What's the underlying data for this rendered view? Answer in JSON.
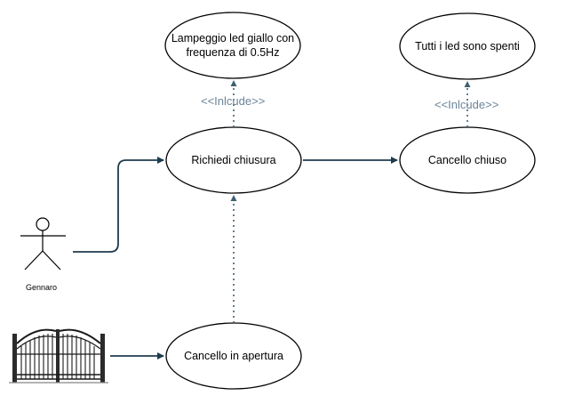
{
  "diagram": {
    "use_cases": {
      "lampeggio": {
        "label": "Lampeggio led giallo con\nfrequenza di 0.5Hz"
      },
      "led_spenti": {
        "label": "Tutti i led sono spenti"
      },
      "richiedi_chiusura": {
        "label": "Richiedi chiusura"
      },
      "cancello_chiuso": {
        "label": "Cancello chiuso"
      },
      "cancello_apertura": {
        "label": "Cancello in apertura"
      }
    },
    "relations": {
      "include_left": "<<Inlcude>>",
      "include_right": "<<Inlcude>>"
    },
    "actors": {
      "gennaro": {
        "name": "Gennaro",
        "icon": "stick-figure-icon"
      },
      "gate": {
        "icon": "gate-icon"
      }
    },
    "colors": {
      "edge": "#1f3b4d",
      "dotted": "#3d6172",
      "stereotype": "#6b8499",
      "ellipse_stroke": "#000000"
    }
  }
}
